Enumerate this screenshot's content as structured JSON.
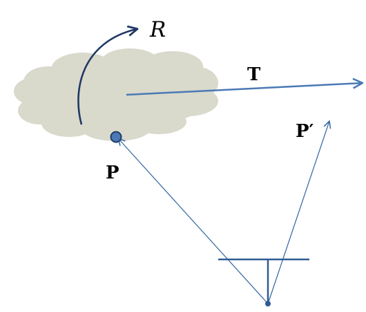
{
  "labels": {
    "rotation": "R",
    "translation": "T",
    "point": "P",
    "transformed_point": "P′"
  },
  "colors": {
    "background": "#ffffff",
    "cloud_fill": "#d9d9cc",
    "translation_arrow": "#4a79b5",
    "rotation_arrow": "#1f3864",
    "ray_lines": "#3d6ea8",
    "camera": "#2e5b93",
    "point_fill": "#4a79b5",
    "point_stroke": "#1f3c66",
    "label_text": "#000000"
  }
}
